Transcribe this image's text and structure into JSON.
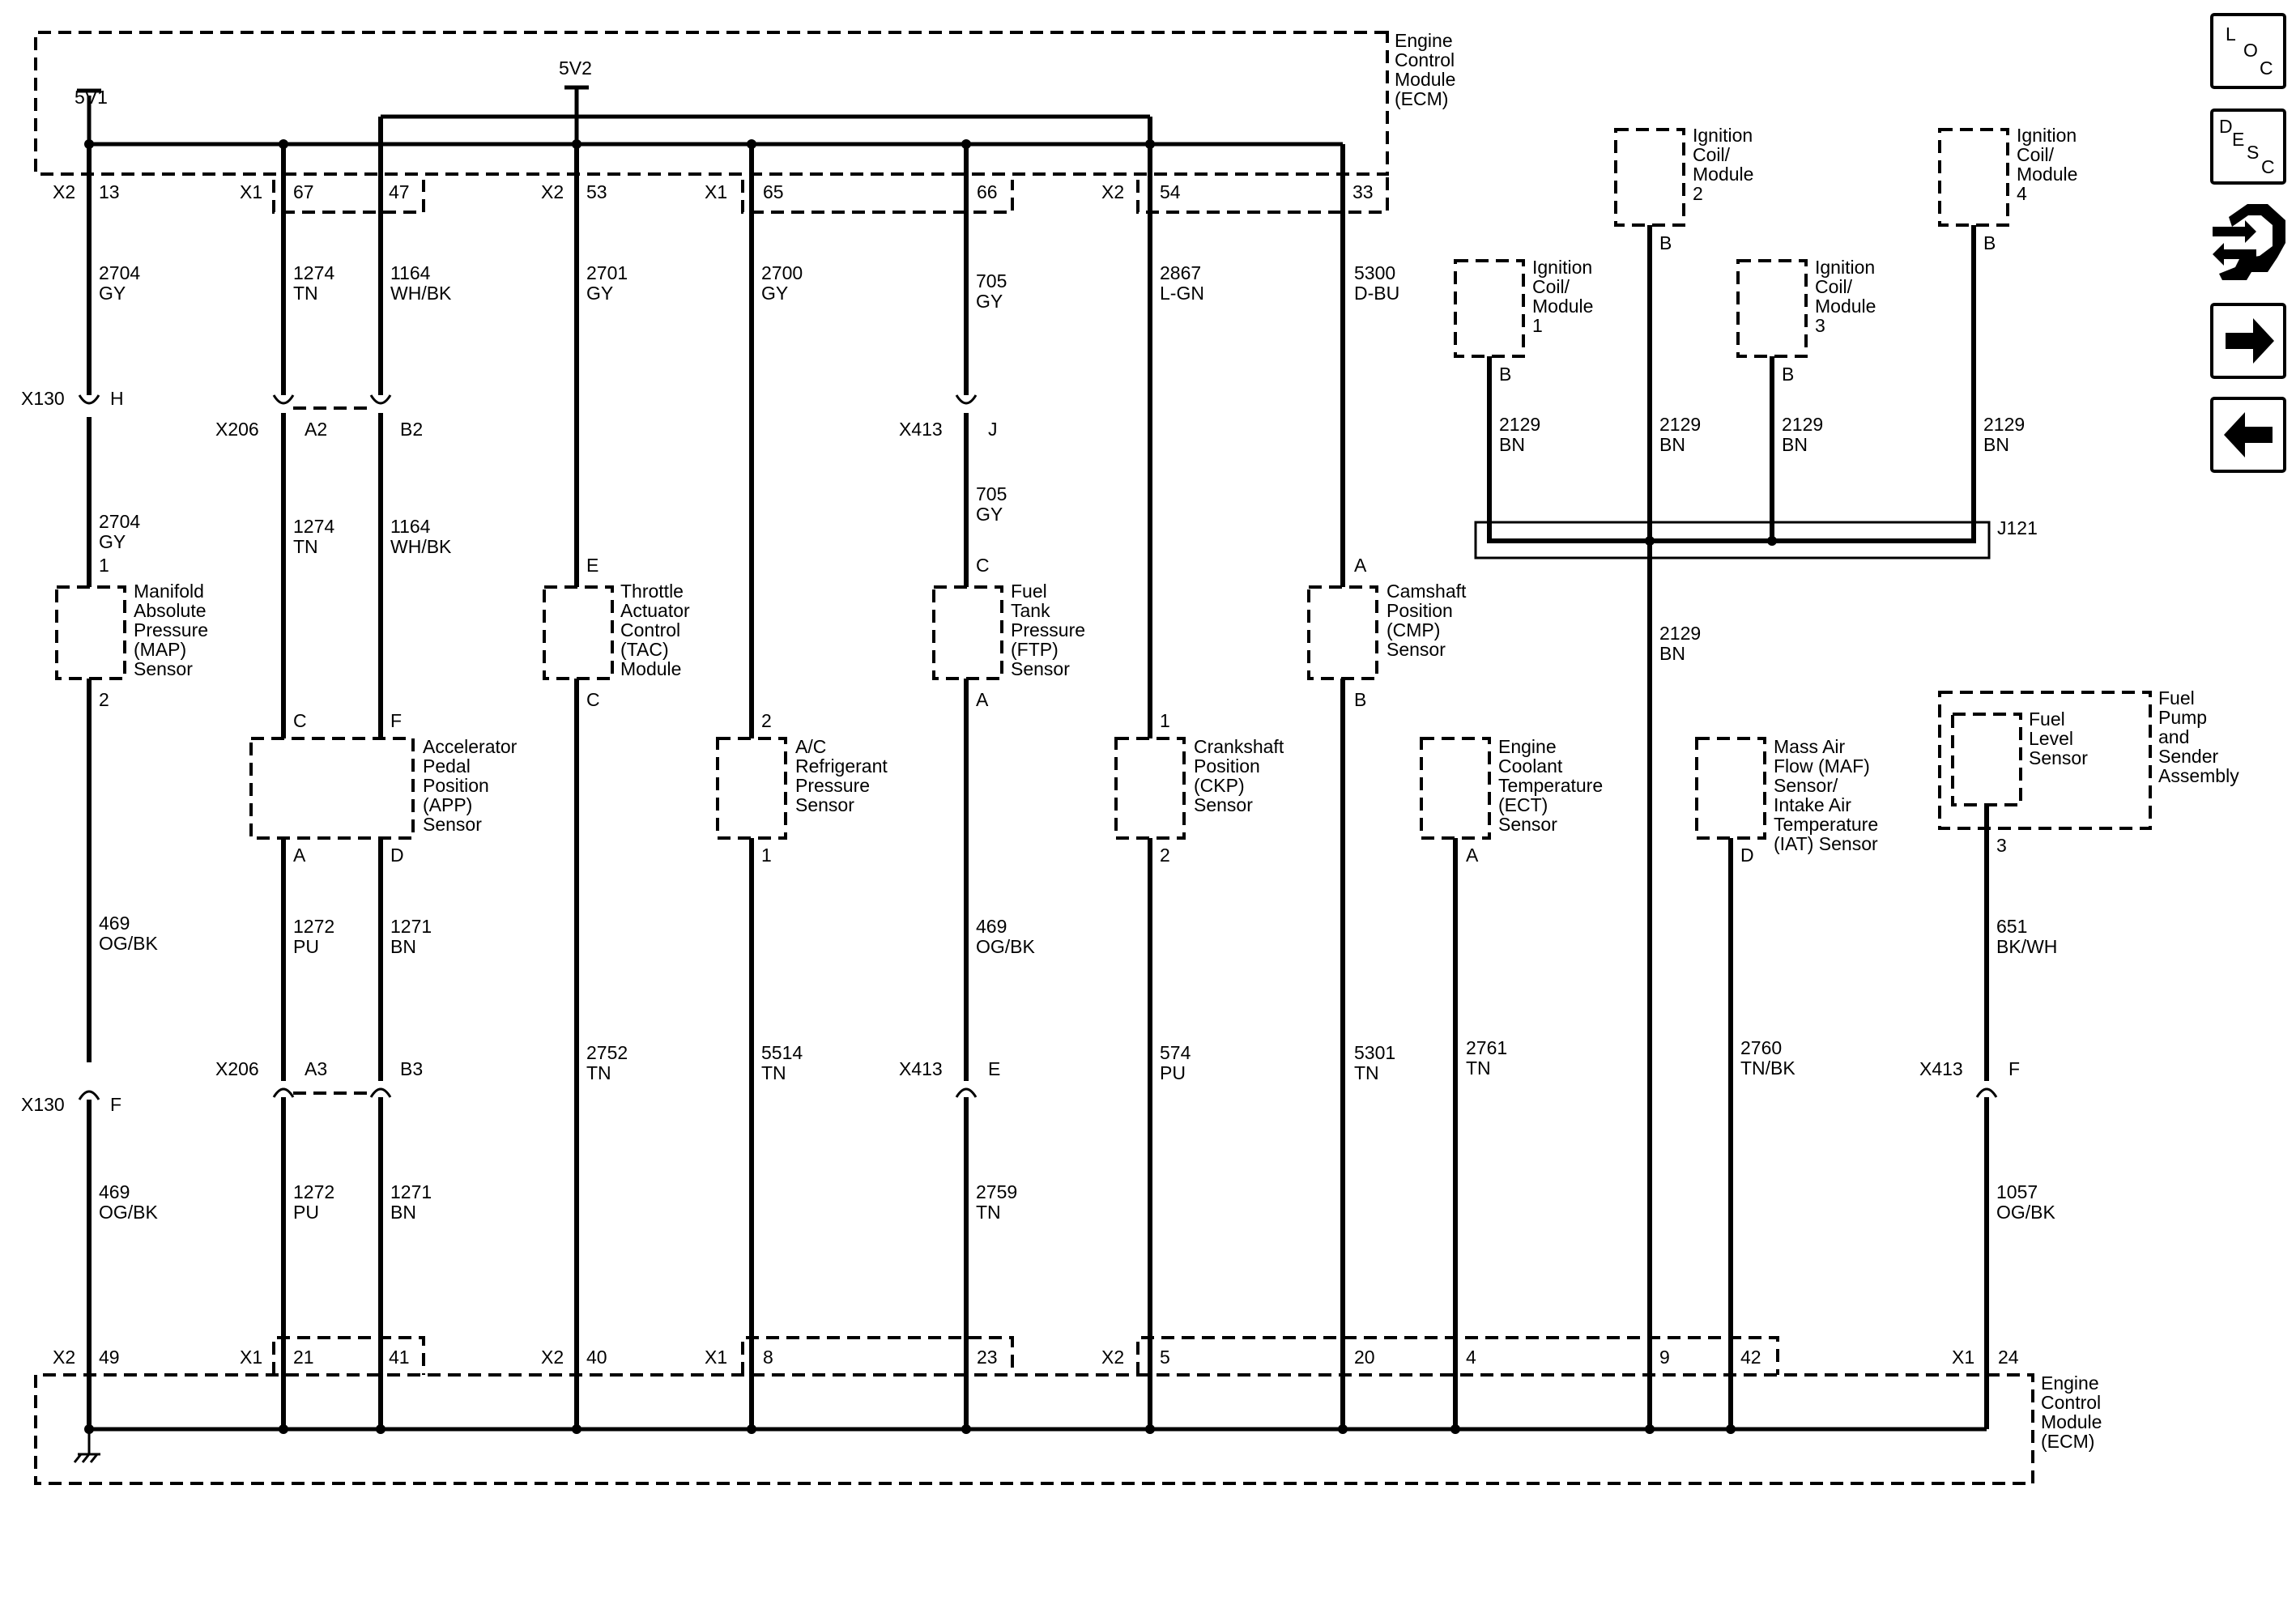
{
  "ecm_top": {
    "label": [
      "Engine",
      "Control",
      "Module",
      "(ECM)"
    ],
    "supply_5v1": "5V1",
    "supply_5v2": "5V2",
    "connectors": [
      {
        "conn": "X2",
        "pin": "13"
      },
      {
        "conn": "X1",
        "pin": "67"
      },
      {
        "pin": "47"
      },
      {
        "conn": "X2",
        "pin": "53"
      },
      {
        "conn": "X1",
        "pin": "65"
      },
      {
        "pin": "66"
      },
      {
        "conn": "X2",
        "pin": "54"
      },
      {
        "pin": "33"
      }
    ]
  },
  "ecm_bottom": {
    "label": [
      "Engine",
      "Control",
      "Module",
      "(ECM)"
    ],
    "connectors": [
      {
        "conn": "X2",
        "pin": "49"
      },
      {
        "conn": "X1",
        "pin": "21"
      },
      {
        "pin": "41"
      },
      {
        "conn": "X2",
        "pin": "40"
      },
      {
        "conn": "X1",
        "pin": "8"
      },
      {
        "pin": "23"
      },
      {
        "conn": "X2",
        "pin": "5"
      },
      {
        "pin": "20"
      },
      {
        "pin": "4"
      },
      {
        "pin": "9"
      },
      {
        "pin": "42"
      },
      {
        "conn": "X1",
        "pin": "24"
      }
    ]
  },
  "wires": {
    "c1_top": [
      "2704",
      "GY"
    ],
    "c1_mid": [
      "2704",
      "GY"
    ],
    "c1_low": [
      "469",
      "OG/BK"
    ],
    "c1_bot": [
      "469",
      "OG/BK"
    ],
    "c2_top": [
      "1274",
      "TN"
    ],
    "c2_mid": [
      "1274",
      "TN"
    ],
    "c2_low": [
      "1272",
      "PU"
    ],
    "c2_bot": [
      "1272",
      "PU"
    ],
    "c3_top": [
      "1164",
      "WH/BK"
    ],
    "c3_mid": [
      "1164",
      "WH/BK"
    ],
    "c3_low": [
      "1271",
      "BN"
    ],
    "c3_bot": [
      "1271",
      "BN"
    ],
    "c4_top": [
      "2701",
      "GY"
    ],
    "c4_low": [
      "2752",
      "TN"
    ],
    "c5_top": [
      "2700",
      "GY"
    ],
    "c5_low": [
      "5514",
      "TN"
    ],
    "c6_top": [
      "705",
      "GY"
    ],
    "c6_mid": [
      "705",
      "GY"
    ],
    "c6_low": [
      "469",
      "OG/BK"
    ],
    "c6_bot": [
      "2759",
      "TN"
    ],
    "c7_top": [
      "2867",
      "L-GN"
    ],
    "c7_low": [
      "574",
      "PU"
    ],
    "c8_top": [
      "5300",
      "D-BU"
    ],
    "c8_low": [
      "5301",
      "TN"
    ],
    "c9_low": [
      "2761",
      "TN"
    ],
    "coil1": [
      "2129",
      "BN"
    ],
    "coil2": [
      "2129",
      "BN"
    ],
    "coil3": [
      "2129",
      "BN"
    ],
    "coil4": [
      "2129",
      "BN"
    ],
    "c10_low": [
      "2129",
      "BN"
    ],
    "c11_low": [
      "2760",
      "TN/BK"
    ],
    "c12_mid": [
      "651",
      "BK/WH"
    ],
    "c12_low": [
      "1057",
      "OG/BK"
    ]
  },
  "inline_connectors": {
    "x130": "X130",
    "x206": "X206",
    "x413": "X413",
    "pins": {
      "x130_top": "H",
      "x130_bot": "F",
      "x206_a2": "A2",
      "x206_b2": "B2",
      "x206_a3": "A3",
      "x206_b3": "B3",
      "x413_top": "J",
      "x413_mid": "E",
      "x413_fuel": "F"
    }
  },
  "splice": "J121",
  "components": {
    "map": {
      "name": [
        "Manifold",
        "Absolute",
        "Pressure",
        "(MAP)",
        "Sensor"
      ],
      "pin_top": "1",
      "pin_bot": "2"
    },
    "app": {
      "name": [
        "Accelerator",
        "Pedal",
        "Position",
        "(APP)",
        "Sensor"
      ],
      "pins_top": [
        "C",
        "F"
      ],
      "pins_bot": [
        "A",
        "D"
      ]
    },
    "tac": {
      "name": [
        "Throttle",
        "Actuator",
        "Control",
        "(TAC)",
        "Module"
      ],
      "pin_top": "E",
      "pin_bot": "C"
    },
    "ac": {
      "name": [
        "A/C",
        "Refrigerant",
        "Pressure",
        "Sensor"
      ],
      "pin_top": "2",
      "pin_bot": "1"
    },
    "ftp": {
      "name": [
        "Fuel",
        "Tank",
        "Pressure",
        "(FTP)",
        "Sensor"
      ],
      "pin_top": "C",
      "pin_bot": "A"
    },
    "ckp": {
      "name": [
        "Crankshaft",
        "Position",
        "(CKP)",
        "Sensor"
      ],
      "pin_top": "1",
      "pin_bot": "2"
    },
    "cmp": {
      "name": [
        "Camshaft",
        "Position",
        "(CMP)",
        "Sensor"
      ],
      "pin_top": "A",
      "pin_bot": "B"
    },
    "ect": {
      "name": [
        "Engine",
        "Coolant",
        "Temperature",
        "(ECT)",
        "Sensor"
      ],
      "pin_bot": "A"
    },
    "maf": {
      "name": [
        "Mass Air",
        "Flow (MAF)",
        "Sensor/",
        "Intake Air",
        "Temperature",
        "(IAT) Sensor"
      ],
      "pin_bot": "D"
    },
    "fuel_level": {
      "name": [
        "Fuel",
        "Level",
        "Sensor"
      ],
      "pin_bot": "3"
    },
    "fuel_pump": {
      "name": [
        "Fuel",
        "Pump",
        "and",
        "Sender",
        "Assembly"
      ]
    },
    "coil1": {
      "name": [
        "Ignition",
        "Coil/",
        "Module",
        "1"
      ],
      "pin": "B"
    },
    "coil2": {
      "name": [
        "Ignition",
        "Coil/",
        "Module",
        "2"
      ],
      "pin": "B"
    },
    "coil3": {
      "name": [
        "Ignition",
        "Coil/",
        "Module",
        "3"
      ],
      "pin": "B"
    },
    "coil4": {
      "name": [
        "Ignition",
        "Coil/",
        "Module",
        "4"
      ],
      "pin": "B"
    }
  },
  "nav": {
    "loc": {
      "l": "L",
      "o": "O",
      "c": "C"
    },
    "desc": {
      "d": "D",
      "e": "E",
      "s": "S",
      "c": "C"
    },
    "icons": [
      "connector-icon",
      "arrow-right-icon",
      "arrow-left-icon"
    ]
  }
}
